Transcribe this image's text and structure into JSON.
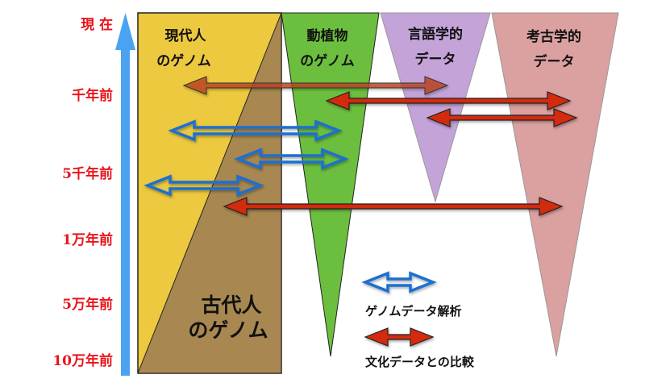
{
  "time_axis": {
    "labels": [
      "現 在",
      "千年前",
      "5千年前",
      "1万年前",
      "5万年前",
      "10万年前"
    ]
  },
  "categories": {
    "modern_genome": [
      "現代人",
      "のゲノム"
    ],
    "ancient_genome": [
      "古代人",
      "のゲノム"
    ],
    "plant_animal_genome": [
      "動植物",
      "のゲノム"
    ],
    "linguistic_data": [
      "言語学的",
      "データ"
    ],
    "archaeological_data": [
      "考古学的",
      "データ"
    ]
  },
  "legend": {
    "genome_analysis": "ゲノムデータ解析",
    "cultural_comparison": "文化データとの比較"
  },
  "colors": {
    "axis": "#4aa3f0",
    "axis_label": "#e8141b",
    "modern": "#ecc93f",
    "ancient": "#a88850",
    "plant_animal": "#6cbf3e",
    "linguistic": "#c4a3d8",
    "archaeological": "#dba0a0",
    "genome_arrow": "#1a6fd0",
    "culture_arrow": "#d42a10"
  }
}
